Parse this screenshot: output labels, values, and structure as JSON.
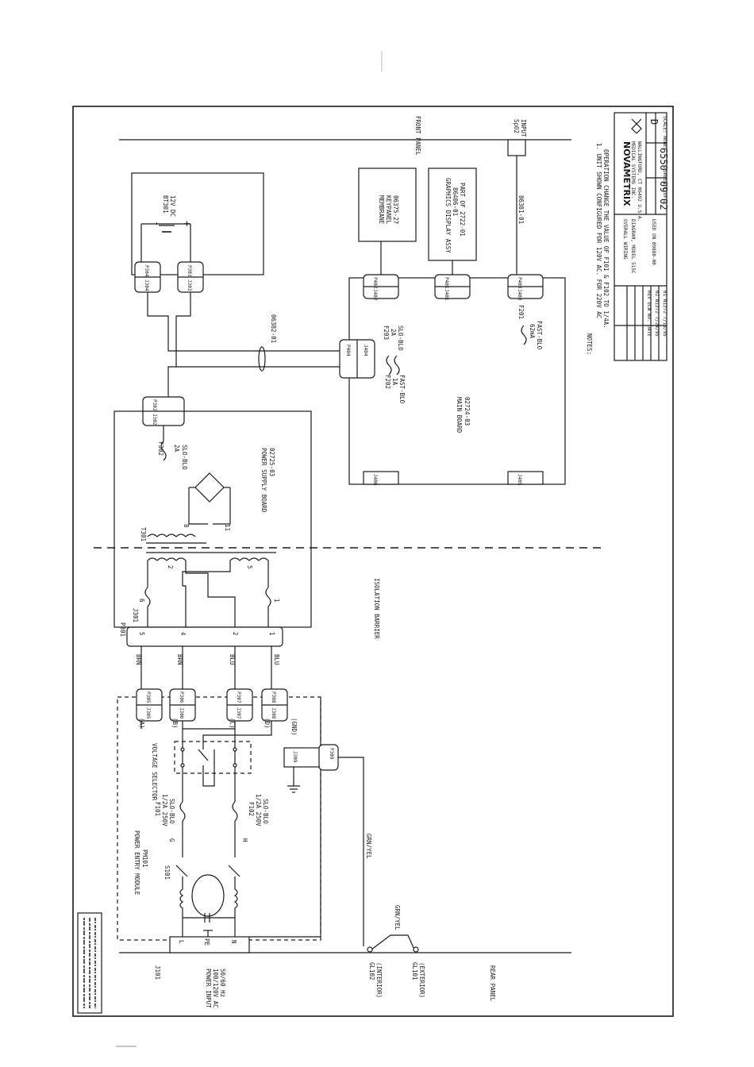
{
  "front_panel_label": "FRONT PANEL",
  "rear_panel_label": "REAR PANEL",
  "isolation_barrier": "ISOLATION BARRIER",
  "battery": {
    "ref": "BT301",
    "rating": "12V DC",
    "plus": "+",
    "minus": "-"
  },
  "battery_connectors": {
    "p304": "P304",
    "j304": "J304",
    "p303": "P303",
    "j303": "J303"
  },
  "cable_06382": "06382-01",
  "cable_06381": "06381-01",
  "power_supply_board": {
    "label": "POWER SUPPLY BOARD",
    "part": "02725-03"
  },
  "p302": "P302",
  "j302": "J302",
  "f302": {
    "ref": "F302",
    "rating": "2A",
    "type": "SLO-BLO"
  },
  "t301": "T301",
  "transformer_pins": {
    "p8": "8",
    "p11": "11",
    "p2": "2",
    "p5": "5",
    "p6": "6",
    "p1": "1"
  },
  "header_refs": {
    "p301": "P301",
    "j301": "J301"
  },
  "header_pins": [
    "5",
    "4",
    "2",
    "1"
  ],
  "wire_colors": [
    "BRN",
    "BRN",
    "BLU",
    "BLU"
  ],
  "pem_connectors": [
    {
      "p": "P305",
      "j": "J305",
      "tag": "(A)"
    },
    {
      "p": "P306",
      "j": "J306",
      "tag": "(B)"
    },
    {
      "p": "P307",
      "j": "J307",
      "tag": "(C)"
    },
    {
      "p": "P308",
      "j": "J308",
      "tag": "(D)"
    }
  ],
  "voltage_selector": "VOLTAGE SELECTOR",
  "gnd": {
    "tag": "(GND)",
    "j": "J309",
    "p": "P309"
  },
  "f101": {
    "ref": "F101",
    "rating": "1/2A 250V",
    "type": "SLO-BLO"
  },
  "f102": {
    "ref": "F102",
    "rating": "1/2A 250V",
    "type": "SLO-BLO"
  },
  "node_g": "G",
  "node_h": "H",
  "pem": {
    "label": "POWER ENTRY MODULE",
    "ref": "PM101"
  },
  "s101": "S101",
  "pem_lines": {
    "l": "L",
    "pe": "PE",
    "n": "N"
  },
  "j101": "J101",
  "power_input": {
    "line1": "POWER INPUT",
    "line2": "100/120V AC",
    "line3": "50/60 Hz"
  },
  "grn_yel": "GRN/YEL",
  "gl102": {
    "ref": "GL102",
    "desc": "(INTERIOR)"
  },
  "gl101": {
    "ref": "GL101",
    "desc": "(EXTERIOR)"
  },
  "main_board": {
    "label": "MAIN BOARD",
    "part": "02724-03"
  },
  "p404": "P404",
  "j404": "J404",
  "f202": {
    "ref": "F202",
    "rating": "1A",
    "type": "FAST-BLO"
  },
  "f203": {
    "ref": "F203",
    "rating": "2A",
    "type": "SLO-BLO"
  },
  "f201": {
    "ref": "F201",
    "rating": "62mA",
    "type": "FAST-BLO"
  },
  "j402": "J402",
  "p402": "P402",
  "j401": "J401",
  "p401": "P401",
  "j403": "J403",
  "p403": "P403",
  "j406": "J406",
  "j405": "J405",
  "membrane": {
    "line1": "MEMBRANE",
    "line2": "KEYPANEL",
    "line3": "06375-27"
  },
  "graphics": {
    "line1": "GRAPHICS DISPLAY ASSY",
    "line2": "86406-01",
    "line3": "PART OF 2722-01"
  },
  "spo2": {
    "line1": "SpO2",
    "line2": "INPUT"
  },
  "notes": {
    "heading": "NOTES:",
    "line1": "1.  UNIT SHOWN CONFIGURED FOR 120V AC.  FOR 220V AC",
    "line2": "OPERATION CHANGE THE VALUE OF F101 & F102 TO 1/4A."
  },
  "title_block": {
    "brand": "NOVAMETRIX",
    "company1": "MEDICAL SYSTEMS INC.",
    "company2": "WALLINGFORD, CT 06492 U.S.A.",
    "title1": "OVERALL WIRING",
    "title2": "DIAGRAM, MODEL 515C",
    "size": "D",
    "dwg": "6550",
    "sheet_no": "09",
    "rev": "02",
    "scale": "SCALE: NONE",
    "sheet": "SHEET 1 OF 1",
    "used_on": "USED ON 09880-00",
    "rev_rows": [
      "02  N1372  7/24/95",
      "01  N1372  7/18/95"
    ],
    "hdr": "REV  ECN NO.  DATE"
  }
}
